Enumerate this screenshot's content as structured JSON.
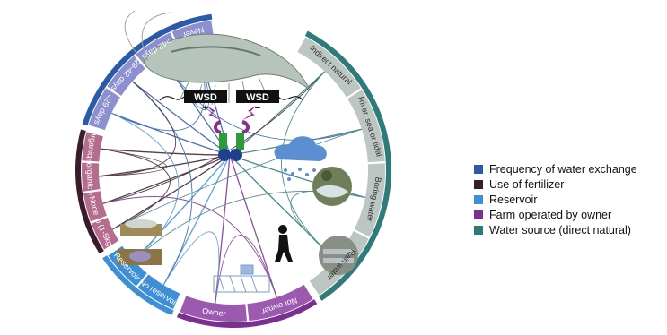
{
  "wsd_tags": {
    "left": {
      "label": "WSD",
      "sign": "+"
    },
    "right": {
      "label": "WSD",
      "sign": "−"
    }
  },
  "legend": [
    {
      "label": "Frequency of water exchange",
      "color": "#2c5aa8"
    },
    {
      "label": "Use of fertilizer",
      "color": "#3b1c2c"
    },
    {
      "label": "Reservoir",
      "color": "#3f8fd6"
    },
    {
      "label": "Farm operated by owner",
      "color": "#7b2f90"
    },
    {
      "label": "Water source (direct natural)",
      "color": "#2f7a7a"
    }
  ],
  "groups": {
    "water_exchange": {
      "color": "#2c5aa8",
      "tile": "#8c90cf",
      "segments": [
        "<29 days",
        "29-42 days",
        ">42 days",
        "Never"
      ]
    },
    "fertilizer": {
      "color": "#3b1c2c",
      "tile": "#b46d8d",
      "segments": [
        "0 (1-5kg)",
        "None",
        "Inorganic ♂",
        "Organic ♂"
      ]
    },
    "reservoir": {
      "color": "#3f8fd6",
      "tile": "#3f8fd6",
      "segments": [
        "No reservoir",
        "Reservoir"
      ]
    },
    "owner": {
      "color": "#7b2f90",
      "tile": "#9c59b0",
      "segments": [
        "Not owner",
        "Owner"
      ]
    },
    "water_source": {
      "color": "#2f7a7a",
      "tile": "#bcc6c2",
      "segments": [
        "Indirect natural",
        "River, sea or tidal",
        "Boring water",
        "Rain water"
      ]
    }
  },
  "pictograms": [
    "shrimp-icon",
    "antibody-icon",
    "rain-cloud-icon",
    "pond-photo-icon",
    "person-walking-icon",
    "farm-ponds-photo-icon",
    "reservoir-icon",
    "aerator-icon"
  ]
}
